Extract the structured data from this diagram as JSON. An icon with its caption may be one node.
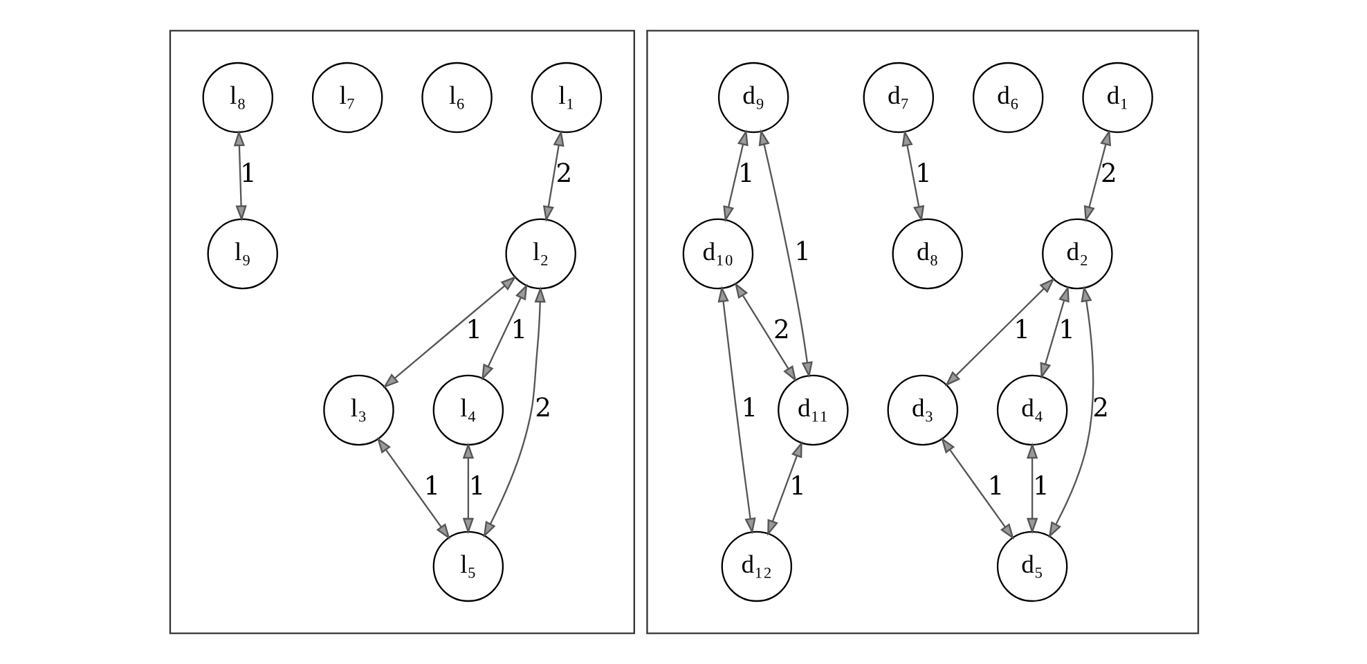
{
  "diagram": {
    "nodes": [
      {
        "text": [],
        "shape": "box"
      },
      {
        "text": [
          "l₁"
        ],
        "in": 0
      },
      {
        "text": [
          "l₂"
        ],
        "in": 0
      },
      {
        "text": [
          "l₃"
        ],
        "in": 0
      },
      {
        "text": [
          "l₄"
        ],
        "in": 0
      },
      {
        "text": [
          "l₅"
        ],
        "in": 0
      },
      {
        "text": [
          "l₆"
        ],
        "in": 0
      },
      {
        "text": [
          "l₇"
        ],
        "in": 0
      },
      {
        "text": [
          "l₈"
        ],
        "in": 0
      },
      {
        "text": [
          "l₉"
        ],
        "in": 0
      },
      {
        "text": [],
        "shape": "box"
      },
      {
        "text": [
          "d₁"
        ],
        "in": 10
      },
      {
        "text": [
          "d₂"
        ],
        "in": 10
      },
      {
        "text": [
          "d₃"
        ],
        "in": 10
      },
      {
        "text": [
          "d₄"
        ],
        "in": 10
      },
      {
        "text": [
          "d₅"
        ],
        "in": 10
      },
      {
        "text": [
          "d₆"
        ],
        "in": 10
      },
      {
        "text": [
          "d₇"
        ],
        "in": 10
      },
      {
        "text": [
          "d₈"
        ],
        "in": 10
      },
      {
        "text": [
          "d₉"
        ],
        "in": 10
      },
      {
        "text": [
          "d₁₀"
        ],
        "in": 10
      },
      {
        "text": [
          "d₁₁"
        ],
        "in": 10
      },
      {
        "text": [
          "d₁₂"
        ],
        "in": 10
      }
    ],
    "edges": [
      {
        "from": 1,
        "to": 2,
        "arrow": "both",
        "label": "2"
      },
      {
        "from": 2,
        "to": 3,
        "arrow": "both",
        "label": "1"
      },
      {
        "from": 2,
        "to": 5,
        "arrow": "both",
        "label": "2"
      },
      {
        "from": 2,
        "to": 4,
        "arrow": "both",
        "label": "1"
      },
      {
        "from": 3,
        "to": 5,
        "arrow": "both",
        "label": "1"
      },
      {
        "from": 4,
        "to": 5,
        "arrow": "both",
        "label": "1"
      },
      {
        "from": 8,
        "to": 9,
        "arrow": "both",
        "label": "1"
      },
      {
        "from": 11,
        "to": 12,
        "arrow": "both",
        "label": "2"
      },
      {
        "from": 12,
        "to": 13,
        "arrow": "both",
        "label": "1"
      },
      {
        "from": 12,
        "to": 14,
        "arrow": "both",
        "label": "1"
      },
      {
        "from": 12,
        "to": 15,
        "arrow": "both",
        "label": "2"
      },
      {
        "from": 13,
        "to": 15,
        "arrow": "both",
        "label": "1"
      },
      {
        "from": 14,
        "to": 15,
        "arrow": "both",
        "label": "1"
      },
      {
        "from": 19,
        "to": 20,
        "arrow": "both",
        "label": "1"
      },
      {
        "from": 19,
        "to": 21,
        "arrow": "both",
        "label": "1"
      },
      {
        "from": 20,
        "to": 21,
        "arrow": "both",
        "label": "2"
      },
      {
        "from": 20,
        "to": 22,
        "arrow": "both",
        "label": "1"
      },
      {
        "from": 21,
        "to": 22,
        "arrow": "both",
        "label": "1"
      },
      {
        "from": 17,
        "to": 18,
        "arrow": "both",
        "label": "1"
      }
    ]
  }
}
